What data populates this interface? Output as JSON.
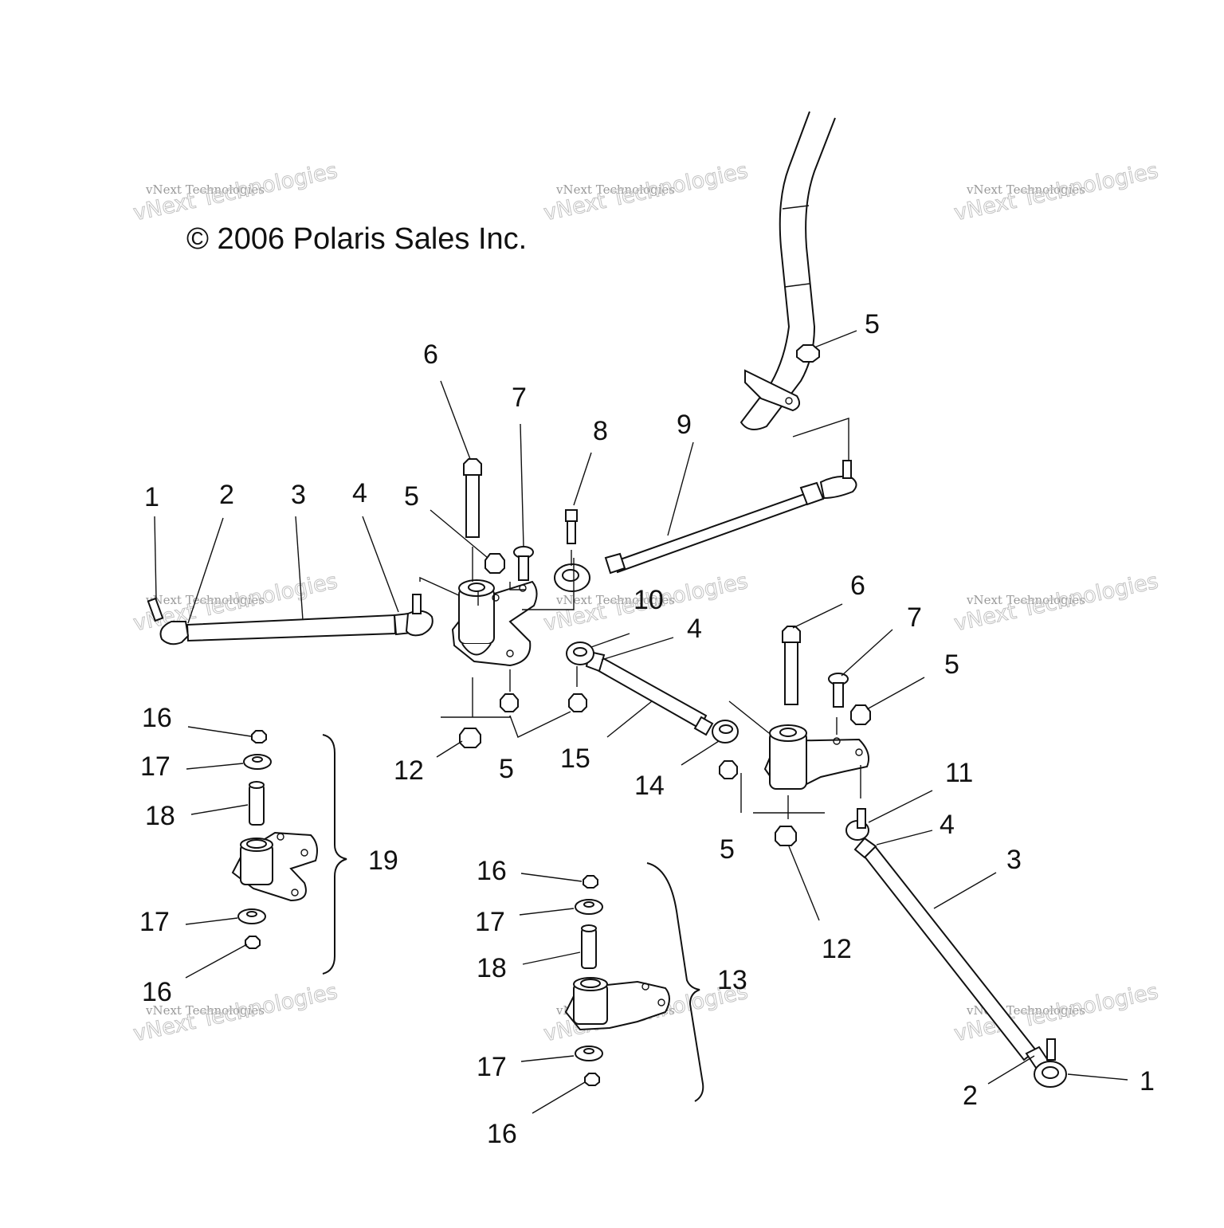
{
  "copyright": "© 2006 Polaris Sales Inc.",
  "watermark": {
    "line1": "vNext Technologies",
    "line2": "vNext Technologies"
  },
  "callouts": {
    "c1a": "1",
    "c2a": "2",
    "c3a": "3",
    "c4a": "4",
    "c5a": "5",
    "c6a": "6",
    "c7a": "7",
    "c8": "8",
    "c9": "9",
    "c10": "10",
    "c5top": "5",
    "c4b": "4",
    "c6b": "6",
    "c7b": "7",
    "c5b": "5",
    "c12a": "12",
    "c5c": "5",
    "c15": "15",
    "c14": "14",
    "c11": "11",
    "c4c": "4",
    "c3b": "3",
    "c5d": "5",
    "c12b": "12",
    "c2b": "2",
    "c1b": "1",
    "c16a": "16",
    "c17a": "17",
    "c18a": "18",
    "c19": "19",
    "c17b": "17",
    "c16b": "16",
    "c16c": "16",
    "c17c": "17",
    "c18b": "18",
    "c13": "13",
    "c17d": "17",
    "c16d": "16"
  }
}
